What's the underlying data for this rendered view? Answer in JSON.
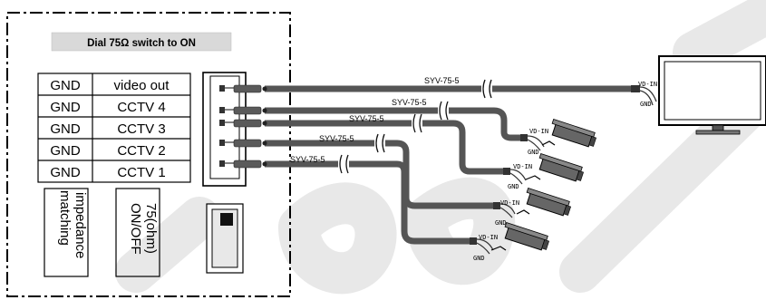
{
  "banner": "Dial 75Ω switch to ON",
  "terminal_rows": [
    {
      "gnd": "GND",
      "signal": "video out"
    },
    {
      "gnd": "GND",
      "signal": "CCTV 4"
    },
    {
      "gnd": "GND",
      "signal": "CCTV 3"
    },
    {
      "gnd": "GND",
      "signal": "CCTV 2"
    },
    {
      "gnd": "GND",
      "signal": "CCTV 1"
    }
  ],
  "impedance_label_1": "impedance",
  "impedance_label_2": "matching",
  "switch_label_1": "75(ohm)",
  "switch_label_2": "ON/OFF",
  "cable_labels": [
    "SYV-75-5",
    "SYV-75-5",
    "SYV-75-5",
    "SYV-75-5",
    "SYV-75-5"
  ],
  "connector_in": "VD-IN",
  "connector_gnd": "GND",
  "colors": {
    "cable": "#555555",
    "watermark": "#e8e8e8",
    "panel_border": "#000000",
    "banner_bg": "#d9d9d9"
  },
  "icons": [
    "monitor-icon",
    "camera-icon",
    "coax-connector-icon",
    "dip-switch-icon"
  ]
}
